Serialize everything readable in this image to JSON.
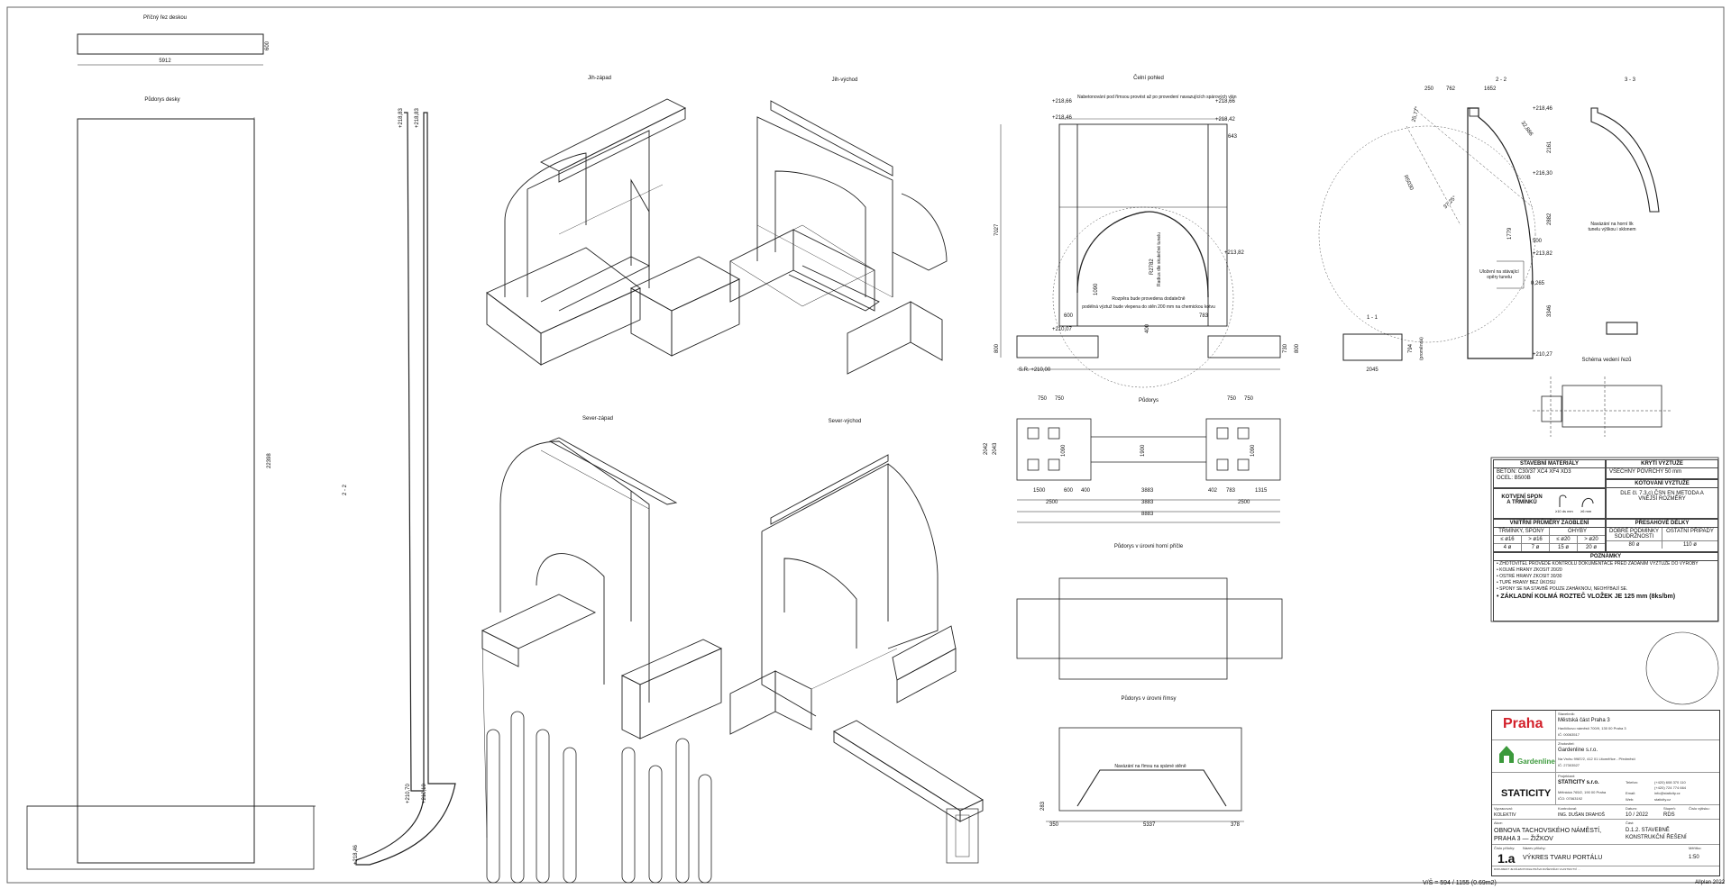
{
  "views": {
    "cross_section_title": "Příčný řez deskou",
    "plan_slab_title": "Půdorys desky",
    "sw_title": "Jih-západ",
    "se_title": "Jih-východ",
    "nw_title": "Sever-západ",
    "ne_title": "Sever-východ",
    "front_title": "Čelní pohled",
    "section_22_title": "2 - 2",
    "section_33_title": "3 - 3",
    "section_11_title": "1 - 1",
    "plan_title": "Půdorys",
    "plan_top_title": "Půdorys v úrovni horní příčle",
    "plan_beam_title": "Půdorys v úrovni římsy",
    "scheme_title": "Schéma vedení řezů",
    "section_22_side": "2 - 2"
  },
  "dims": {
    "slab_width": "5912",
    "slab_thk": "600",
    "slab_len": "22398",
    "lvl_a": "+218,83",
    "lvl_b": "+218,83",
    "lvl_c": "+210,70",
    "lvl_d": "+210,10",
    "lvl_e": "+218,46",
    "front_lvl_tl": "+218,66",
    "front_lvl_tl2": "+218,46",
    "front_lvl_tr": "+218,66",
    "front_lvl_tr2": "+218,42",
    "front_w1": "643",
    "front_h": "7027",
    "front_r": "R2782",
    "front_lvl_mr": "+213,82",
    "front_lvl_bl": "+210,07",
    "front_600": "600",
    "front_783": "783",
    "front_400": "400",
    "front_800": "800",
    "front_730": "730",
    "front_sr": "S.R. +210,00",
    "front_note1": "Nabetonování pod římsou provést až po provedení navazujících spárových vlán",
    "front_note2": "Rozpěra bude provedena dodatečně",
    "front_note3": "podélná výztuž bude vlepena do stěn 200 mm na chemickou kotvu",
    "front_note4": "Radius dle skutečné tunelu",
    "front_1090": "1090",
    "s22_250": "250",
    "s22_762": "762",
    "s22_1652": "1652",
    "s22_lvl1": "+218,46",
    "s22_2161": "2161",
    "s22_lvl2": "+216,30",
    "s22_2882": "2882",
    "s22_1779": "1779",
    "s22_500": "500",
    "s22_lvl3": "+213,82",
    "s22_3346": "3346",
    "s22_lvl4": "+210,27",
    "s22_note": "Uložení na stávající opěry tunelu",
    "s22_ang1": "25,77°",
    "s22_ang2": "37,25°",
    "s22_r": "R5030",
    "s22_r2": "32,886",
    "s22_r3": "0,265",
    "s33_note": "Navázání na horní lík tunelu výškou i sklonem",
    "s11_794": "794",
    "s11_2045": "2045",
    "s11_side": "(proměnná)",
    "plan_750a": "750",
    "plan_750b": "750",
    "plan_750c": "750",
    "plan_750d": "750",
    "plan_2042": "2042",
    "plan_2043": "2043",
    "plan_1090a": "1090",
    "plan_1900": "1900",
    "plan_1090b": "1090",
    "plan_1500": "1500",
    "plan_600": "600",
    "plan_400": "400",
    "plan_3883a": "3883",
    "plan_402": "402",
    "plan_783": "783",
    "plan_1315": "1315",
    "plan_2500a": "2500",
    "plan_3883b": "3883",
    "plan_2500b": "2500",
    "plan_8883": "8883",
    "beam_note": "Navázání na římsu na spárné stěně",
    "beam_350": "350",
    "beam_5337": "5337",
    "beam_378": "378",
    "beam_283": "283"
  },
  "materials": {
    "hdr": "STAVEBNÍ MATERIÁLY",
    "concrete_lbl": "BETON:",
    "concrete": "C30/37 XC4 XF4 XD3",
    "steel_lbl": "OCEL:",
    "steel": "B500B"
  },
  "cover": {
    "hdr": "KRYTÍ VÝZTUŽE",
    "val": "VŠECHNY POVRCHY 50 mm"
  },
  "anchor": {
    "hdr": "KOTVENÍ SPON A TŘMÍNKŮ",
    "a": "≥10 ds mm",
    "b": "≥6 mm"
  },
  "dimensioning": {
    "hdr": "KÓTOVÁNÍ VÝZTUŽE",
    "val": "DLE čl. 7.3.c) ČSN EN METODA A VNĚJŠÍ ROZMĚRY"
  },
  "bending": {
    "hdr": "VNITŘNÍ PRŮMĚRY ZAOBLENÍ",
    "c1": "TŘMÍNKY, SPONY",
    "c2": "OHYBY",
    "s1": "≤ ø16",
    "s2": "> ø16",
    "s3": "≤ ø20",
    "s4": "> ø20",
    "v1": "4 ø",
    "v2": "7 ø",
    "v3": "15 ø",
    "v4": "20 ø"
  },
  "overlap": {
    "hdr": "PŘESAHOVÉ DÉLKY",
    "c1": "DOBRÉ PODMÍNKY SOUDRŽNOSTI",
    "c2": "OSTATNÍ PŘÍPADY",
    "v1": "80 ø",
    "v2": "110 ø"
  },
  "notes": {
    "hdr": "POZNÁMKY",
    "n1": "• ZHOTOVITEL PROVEDE KONTROLU DOKUMENTACE PŘED ZADÁNÍM VÝZTUŽE DO VÝROBY",
    "n2": "• KOLMÉ HRANY ZKOSIT 20/20",
    "n3": "• OSTRÉ HRANY ZKOSIT 30/30",
    "n4": "• TUPÉ HRANY BEZ ÚKOSU",
    "n5": "• SPONY SE NA STAVBĚ POUZE ZAHÁKNOU, NEOHÝBAJÍ SE.",
    "n6": "• ZÁKLADNÍ KOLMÁ ROZTEČ VLOŽEK JE 125 mm (8ks/bm)"
  },
  "stamp": {
    "investor_lbl": "Stavebník:",
    "investor": "Městská část Praha 3",
    "investor_addr": "Havlíčkovo náměstí 700/9, 130 00 Praha 3",
    "investor_ic": "IČ: 00063517",
    "designer_lbl": "Zhotovitel:",
    "designer": "Gardenline s.r.o.",
    "designer_addr": "Na Vrchu 9987/2, 412 01 Litoměřice - Předměstí",
    "designer_ic": "IČ: 27303527",
    "eng_lbl": "Projektant:",
    "eng": "STATICITY s.r.o.",
    "eng_addr": "Mělnická 765/2, 190 00 Praha",
    "eng_ico": "IČO: 07063192",
    "tel_lbl": "Telefon:",
    "tel": "(+420) 608 370 110",
    "tel2": "(+420) 724 774 664",
    "email_lbl": "Email:",
    "email": "info@staticity.cz",
    "web_lbl": "Web:",
    "web": "staticity.cz",
    "drawn_lbl": "Vypracoval:",
    "drawn": "KOLEKTIV",
    "check_lbl": "Kontroloval:",
    "check": "ING. DUŠAN DRAHOŠ",
    "date_lbl": "Datum:",
    "date": "10 / 2022",
    "stage_lbl": "Stupeň:",
    "stage": "RDS",
    "copy_lbl": "Číslo výtisku:",
    "action_lbl": "Akce:",
    "action": "OBNOVA TACHOVSKÉHO NÁMĚSTÍ, PRAHA 3 — ŽIŽKOV",
    "part_lbl": "Část:",
    "part": "D.1.2. STAVEBNĚ KONSTRUKČNÍ ŘEŠENÍ",
    "num_lbl": "Číslo přílohy:",
    "num": "1.a",
    "title_lbl": "Název přílohy:",
    "title": "VÝKRES TVARU PORTÁLU",
    "scale_lbl": "Měřítko:",
    "scale": "1:50",
    "legal": "DOKUMENT JE DÍLEM PODLE PRÁVA DUŠEVNÍHO VLASTNICTVÍ …",
    "format": "V/Š = 594 / 1155 (0.69m2)",
    "sw": "Allplan 2022"
  },
  "logos": {
    "praha": "Praha",
    "garden": "Gardenline",
    "stat": "STATICITY"
  }
}
